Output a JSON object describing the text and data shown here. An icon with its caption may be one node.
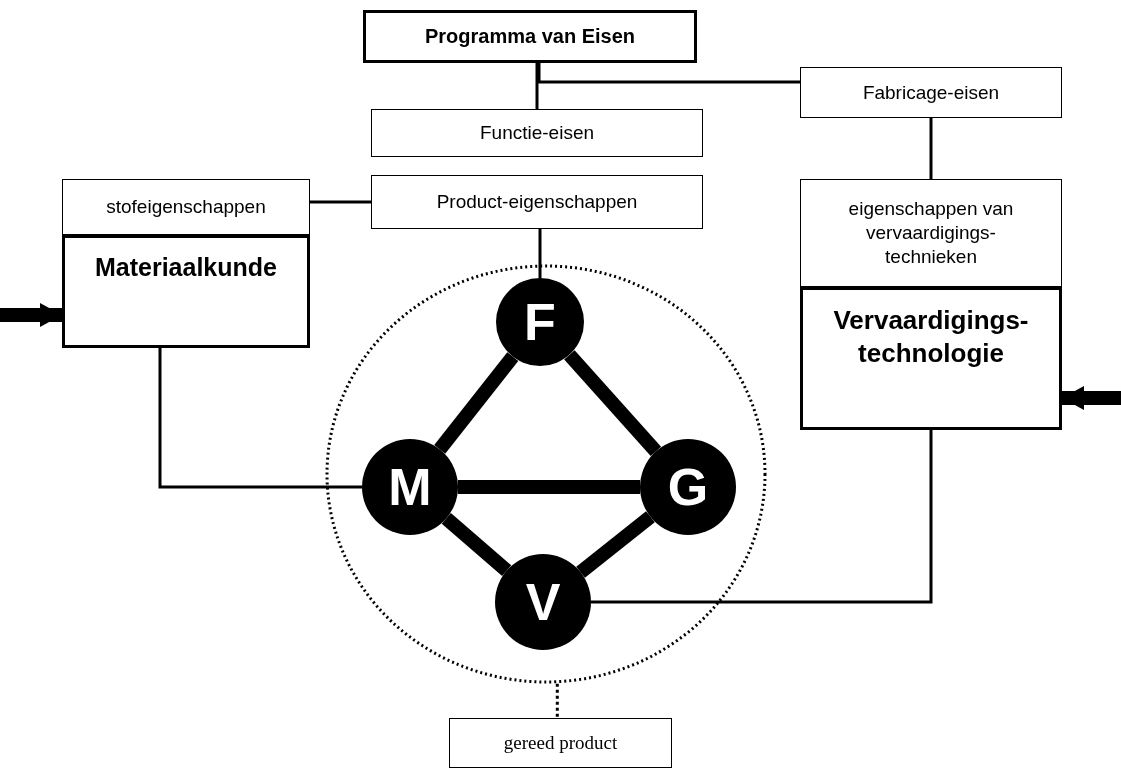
{
  "diagram": {
    "nodes": [
      {
        "text": [
          "Programma van Eisen"
        ]
      },
      {
        "text": [
          "Fabricage-eisen"
        ]
      },
      {
        "text": [
          "Functie-eisen"
        ]
      },
      {
        "text": [
          "stofeigenschappen"
        ]
      },
      {
        "text": [
          "Product-eigenschappen"
        ]
      },
      {
        "text": [
          "Materiaalkunde"
        ]
      },
      {
        "text": [
          "eigenschappen van vervaardigings-technieken"
        ]
      },
      {
        "text": [
          "Vervaardigings-technologie"
        ]
      },
      {
        "text": [],
        "shape": "circle"
      },
      {
        "text": [
          "F"
        ],
        "in": 8
      },
      {
        "text": [
          "M"
        ],
        "in": 8
      },
      {
        "text": [
          "G"
        ],
        "in": 8
      },
      {
        "text": [
          "V"
        ],
        "in": 8
      },
      {
        "text": [
          "gereed product"
        ]
      }
    ],
    "edges": [
      {
        "from": 0,
        "to": 2,
        "arrow": "none"
      },
      {
        "from": 0,
        "to": 1,
        "arrow": "none"
      },
      {
        "from": 3,
        "to": 4,
        "arrow": "none"
      },
      {
        "from": 4,
        "to": 9,
        "arrow": "none"
      },
      {
        "from": 1,
        "to": 6,
        "arrow": "none"
      },
      {
        "from": 5,
        "to": 10,
        "arrow": "none"
      },
      {
        "from": 7,
        "to": 12,
        "arrow": "none"
      },
      {
        "from": 9,
        "to": 10,
        "arrow": "none",
        "style": "thick"
      },
      {
        "from": 9,
        "to": 11,
        "arrow": "none",
        "style": "thick"
      },
      {
        "from": 10,
        "to": 11,
        "arrow": "none",
        "style": "thick"
      },
      {
        "from": 10,
        "to": 12,
        "arrow": "none",
        "style": "thick"
      },
      {
        "from": 11,
        "to": 12,
        "arrow": "none",
        "style": "thick"
      },
      {
        "from": 8,
        "to": 13,
        "arrow": "none",
        "style": "dashed"
      },
      {
        "from": null,
        "to": 5,
        "arrow": "to",
        "style": "thick"
      },
      {
        "from": null,
        "to": 7,
        "arrow": "to",
        "style": "thick"
      }
    ]
  }
}
